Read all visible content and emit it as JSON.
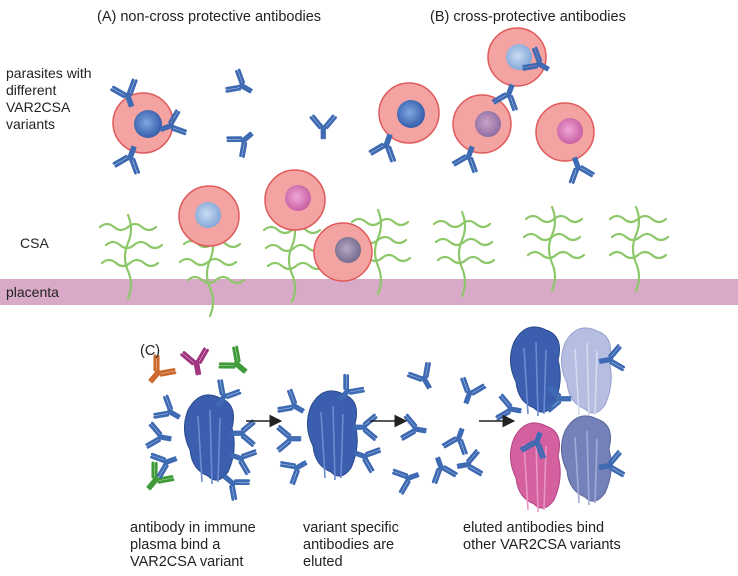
{
  "panel_a_title": "(A) non-cross protective antibodies",
  "panel_b_title": "(B) cross-protective antibodies",
  "panel_c_label": "(C)",
  "parasites_label": "parasites with\ndifferent\nVAR2CSA\nvariants",
  "csa_label": "CSA",
  "placenta_label": "placenta",
  "step1_caption": "antibody in immune\nplasma bind a\nVAR2CSA variant",
  "step2_caption": "variant specific\nantibodies are\neluted",
  "step3_caption": "eluted antibodies bind\nother VAR2CSA variants",
  "colors": {
    "antibody_blue": "#3d6ab3",
    "antibody_magenta": "#a0357f",
    "antibody_green": "#3f9a3a",
    "antibody_orange": "#cc6a2e",
    "cell_fill": "#f4a3a3",
    "cell_stroke": "#e05a5a",
    "csa_green": "#8cc86a",
    "placenta": "#d9a9c8",
    "protein_blue": "#3b5fae",
    "protein_lavender": "#b5bde0",
    "protein_pink": "#d4609f",
    "protein_slate": "#7480b8"
  }
}
